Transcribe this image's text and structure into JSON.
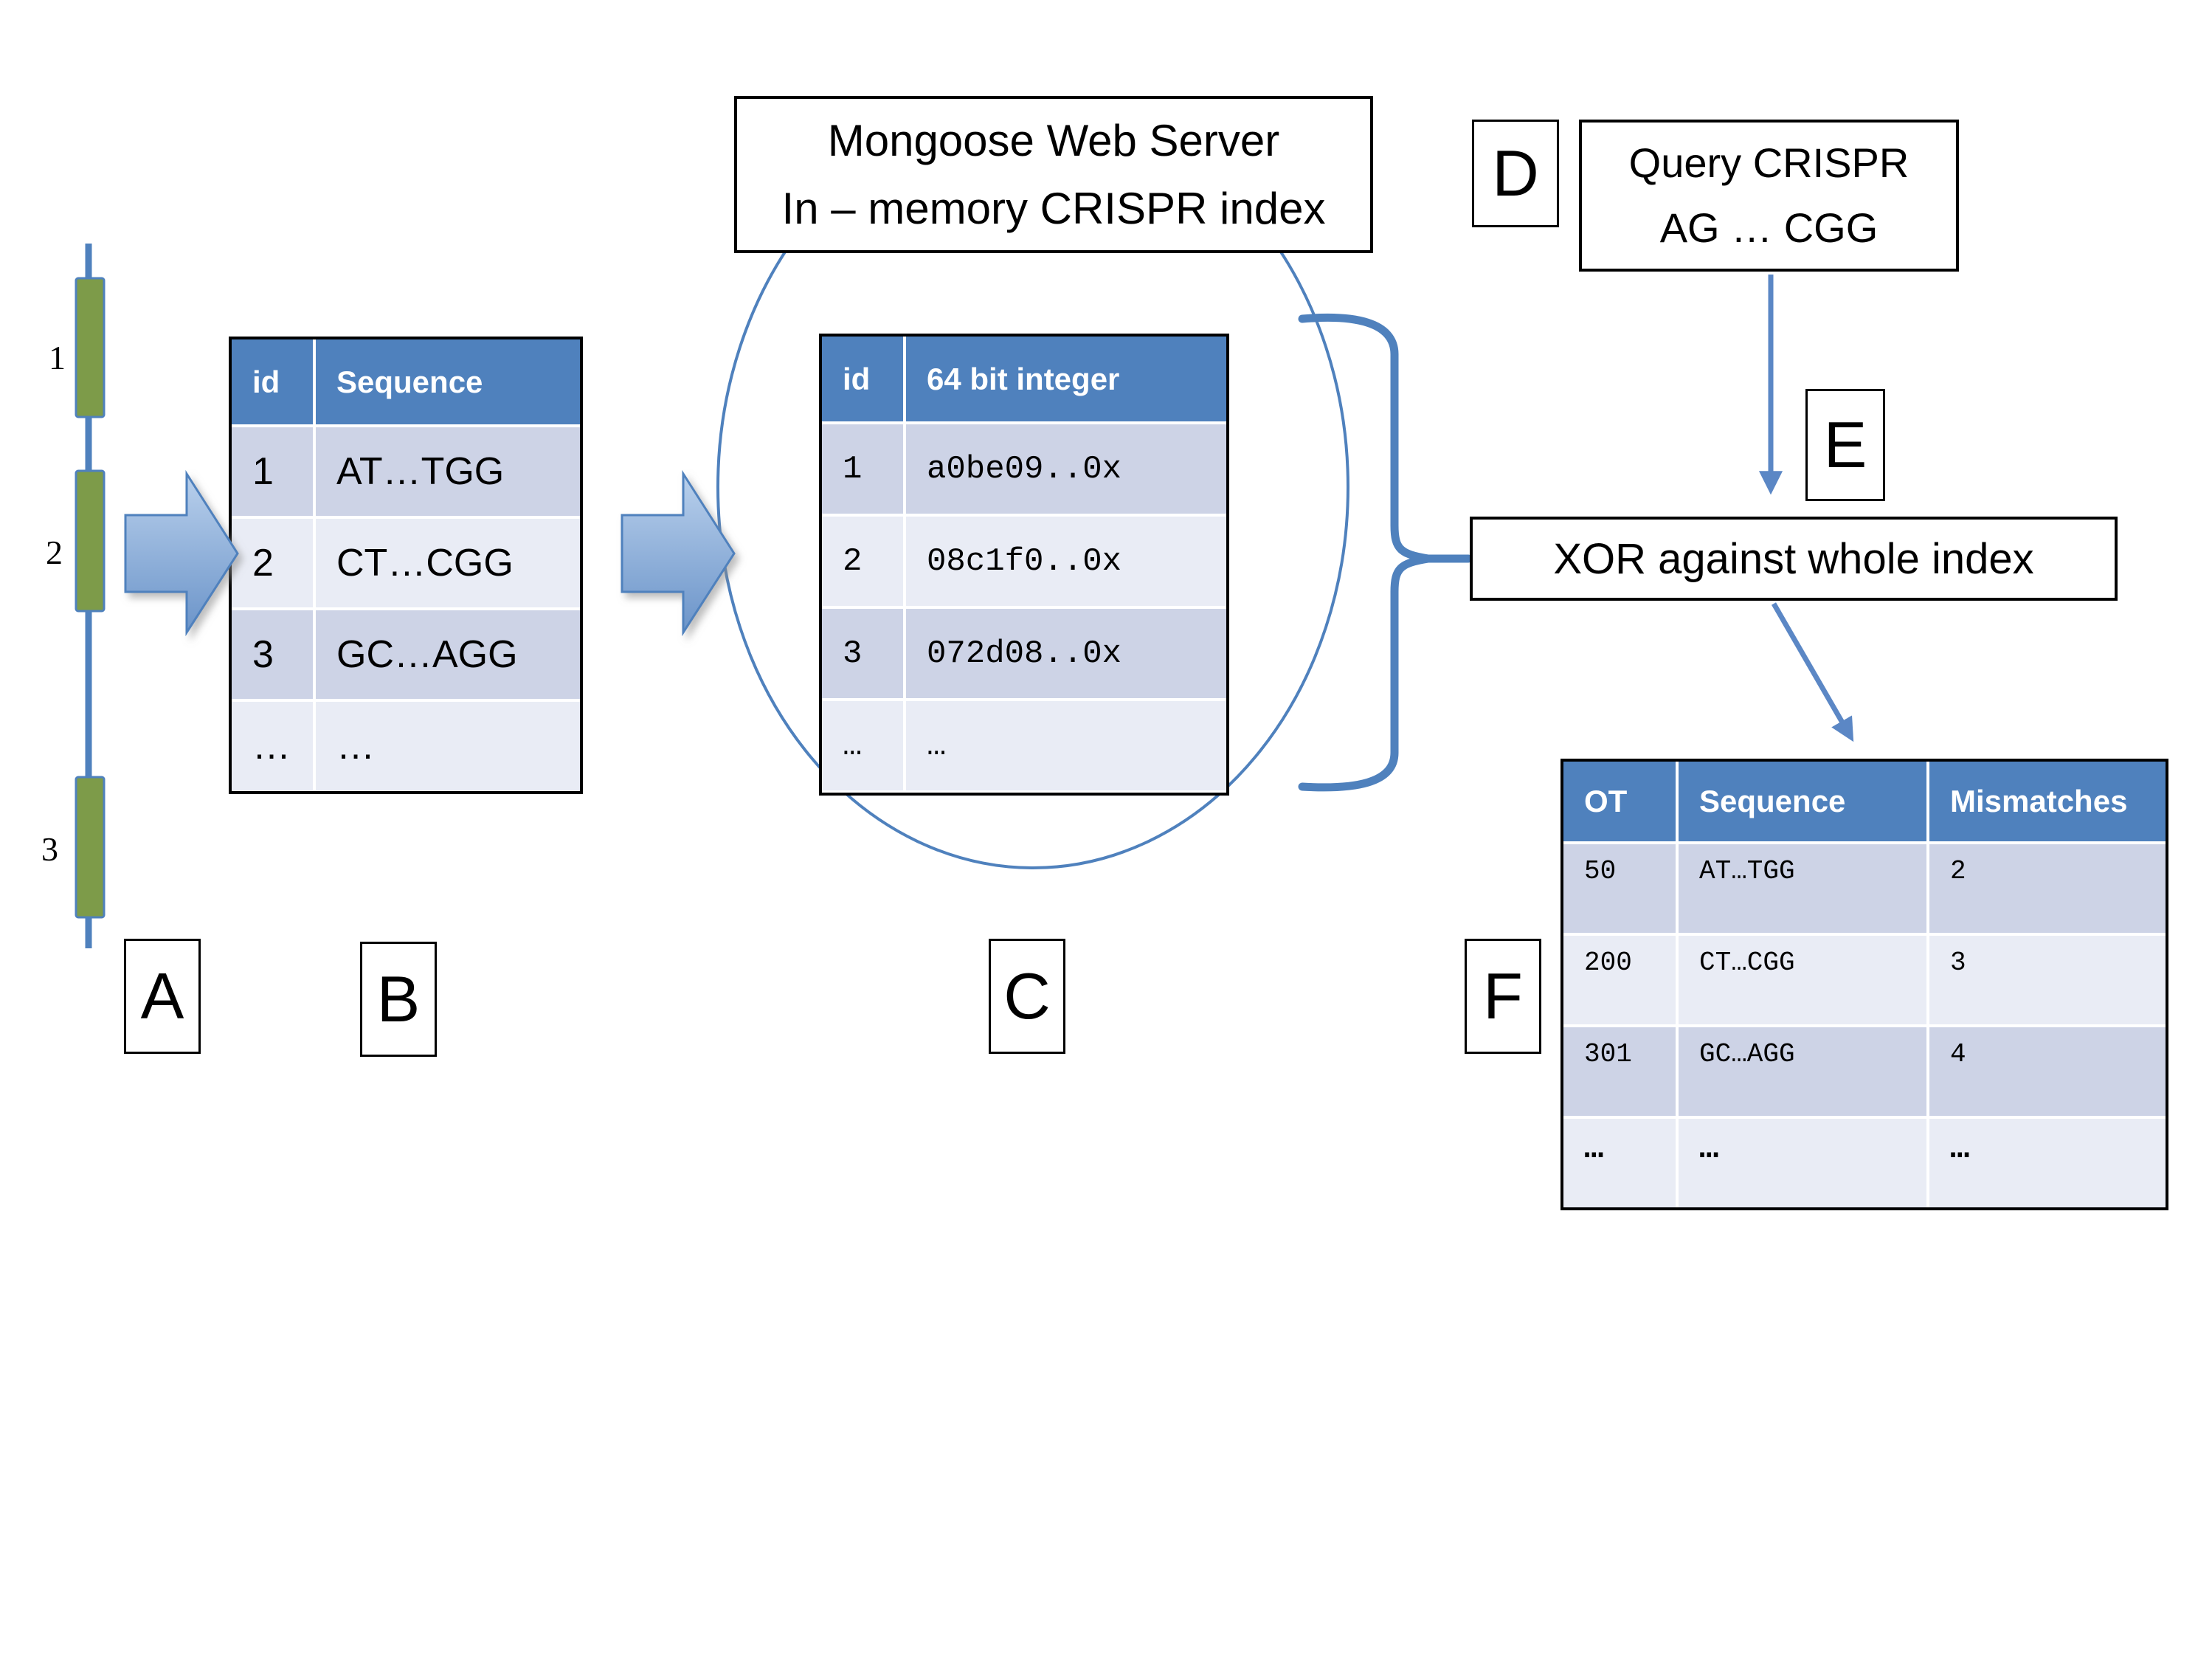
{
  "diagram": {
    "title_box": {
      "line1": "Mongoose Web Server",
      "line2": "In – memory CRISPR index"
    },
    "query_box": {
      "line1": "Query CRISPR",
      "line2": "AG … CGG"
    },
    "xor_box": {
      "label": "XOR against whole index"
    },
    "step_labels": {
      "a": "A",
      "b": "B",
      "c": "C",
      "d": "D",
      "e": "E",
      "f": "F"
    },
    "chromosome": {
      "segment_labels": [
        "1",
        "2",
        "3"
      ]
    }
  },
  "tables": {
    "b": {
      "headers": [
        "id",
        "Sequence"
      ],
      "rows": [
        {
          "id": "1",
          "seq": "AT…TGG"
        },
        {
          "id": "2",
          "seq": "CT…CGG"
        },
        {
          "id": "3",
          "seq": "GC…AGG"
        },
        {
          "id": "…",
          "seq": "…"
        }
      ]
    },
    "c": {
      "headers": [
        "id",
        "64 bit integer"
      ],
      "rows": [
        {
          "id": "1",
          "val": "a0be09..0x"
        },
        {
          "id": "2",
          "val": "08c1f0..0x"
        },
        {
          "id": "3",
          "val": "072d08..0x"
        },
        {
          "id": "…",
          "val": "…"
        }
      ]
    },
    "f": {
      "headers": [
        "OT",
        "Sequence",
        "Mismatches"
      ],
      "rows": [
        {
          "ot": "50",
          "seq": "AT…TGG",
          "mm": "2"
        },
        {
          "ot": "200",
          "seq": "CT…CGG",
          "mm": "3"
        },
        {
          "ot": "301",
          "seq": "GC…AGG",
          "mm": "4"
        },
        {
          "ot": "…",
          "seq": "…",
          "mm": "…"
        }
      ]
    }
  },
  "colors": {
    "accent": "#4f81bd",
    "connector_blue": "#5b87c5",
    "table_header_bg": "#4f81bd",
    "row_dark": "#cdd3e6",
    "row_light": "#e9ecf5",
    "exon_green": "#7d9b49"
  }
}
